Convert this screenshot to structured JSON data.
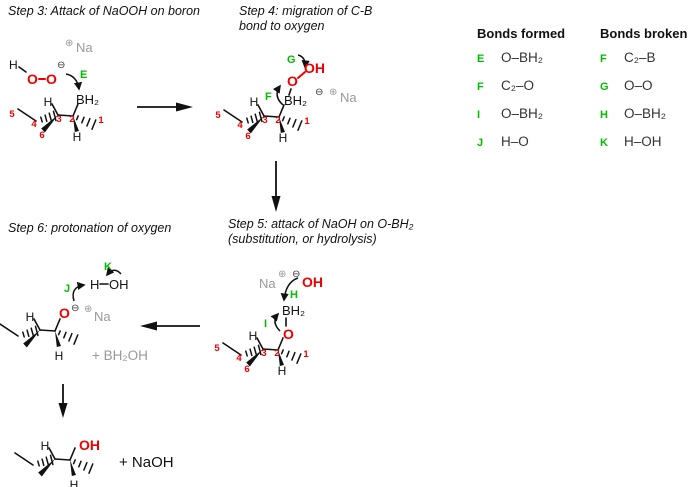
{
  "colors": {
    "red": "#ee0000",
    "green": "#00bd00",
    "gray": "#999999",
    "bond_text": "#333333"
  },
  "steps": {
    "step3": {
      "title": "Step 3: Attack of NaOOH on boron"
    },
    "step4": {
      "title_line1": "Step 4: migration of C-B",
      "title_line2": "bond to oxygen"
    },
    "step5": {
      "title_line1": "Step 5: attack of NaOH on O-BH₂",
      "title_line2": "(substitution, or hydrolysis)"
    },
    "step6": {
      "title": "Step 6: protonation of oxygen"
    }
  },
  "bond_tables": {
    "formed": {
      "header": "Bonds formed",
      "rows": [
        {
          "key": "E",
          "bond": "O–BH₂"
        },
        {
          "key": "F",
          "bond": "C₂–O"
        },
        {
          "key": "I",
          "bond": "O–BH₂"
        },
        {
          "key": "J",
          "bond": "H–O"
        }
      ]
    },
    "broken": {
      "header": "Bonds broken",
      "rows": [
        {
          "key": "F",
          "bond": "C₂–B"
        },
        {
          "key": "G",
          "bond": "O–O"
        },
        {
          "key": "H",
          "bond": "O–BH₂"
        },
        {
          "key": "K",
          "bond": "H–OH"
        }
      ]
    }
  },
  "shared": {
    "c1": "1",
    "c2": "2",
    "c3": "3",
    "c4": "4",
    "c5": "5",
    "c6": "6",
    "h": "H",
    "o": "O",
    "oh": "OH",
    "bh2": "BH₂",
    "na": "Na",
    "plus": "⊕",
    "minus": "⊖"
  },
  "structures": {
    "step3": {
      "arrow_label": "E"
    },
    "step4": {
      "g": "G",
      "f": "F"
    },
    "step5": {
      "h": "H",
      "i": "I"
    },
    "step6": {
      "k": "K",
      "j": "J",
      "water_h": "H",
      "water_oh": "OH",
      "byproduct": "+ BH₂OH"
    },
    "final": {
      "plus_naoh": "+ NaOH"
    }
  }
}
